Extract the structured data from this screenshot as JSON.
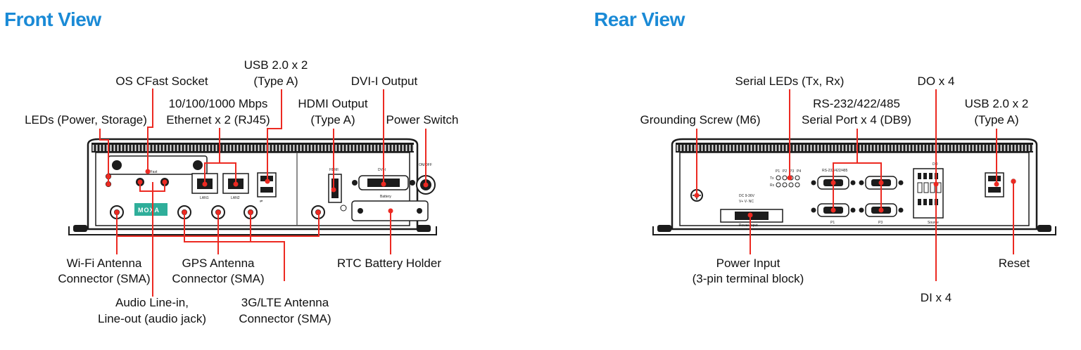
{
  "headings": {
    "front": "Front View",
    "rear": "Rear View"
  },
  "front": {
    "callouts": {
      "os_cfast": "OS CFast Socket",
      "usb_l1": "USB 2.0 x 2",
      "usb_l2": "(Type A)",
      "dvi": "DVI-I Output",
      "eth_l1": "10/100/1000 Mbps",
      "eth_l2": "Ethernet x 2 (RJ45)",
      "hdmi_l1": "HDMI Output",
      "hdmi_l2": "(Type A)",
      "leds": "LEDs (Power, Storage)",
      "power_switch": "Power Switch",
      "wifi_l1": "Wi-Fi Antenna",
      "wifi_l2": "Connector (SMA)",
      "gps_l1": "GPS Antenna",
      "gps_l2": "Connector (SMA)",
      "rtc": "RTC Battery Holder",
      "audio_l1": "Audio Line-in,",
      "audio_l2": "Line-out (audio jack)",
      "lte_l1": "3G/LTE Antenna",
      "lte_l2": "Connector (SMA)"
    },
    "panel": {
      "cfast": "CFast",
      "lan1": "LAN1",
      "lan2": "LAN2",
      "hdmi": "HDMI",
      "dvi": "DVI-I",
      "onoff": "ON/OFF",
      "battery": "Battery",
      "brand": "MOXA"
    }
  },
  "rear": {
    "callouts": {
      "serial_leds": "Serial LEDs (Tx, Rx)",
      "do": "DO x 4",
      "rs_l1": "RS-232/422/485",
      "rs_l2": "Serial Port x 4 (DB9)",
      "ground": "Grounding Screw (M6)",
      "usb_l1": "USB 2.0 x 2",
      "usb_l2": "(Type A)",
      "power_l1": "Power Input",
      "power_l2": "(3-pin terminal block)",
      "reset": "Reset",
      "di": "DI x 4"
    },
    "panel": {
      "p1": "P1",
      "p2": "P2",
      "p3": "P3",
      "p4": "P4",
      "tx": "Tx",
      "rx": "Rx",
      "rs": "RS-232/422/485",
      "do": "DO",
      "source": "Source",
      "dc": "DC 9-36V",
      "vpins": "V+  V-  NC",
      "power_input": "Power Input"
    }
  },
  "colors": {
    "heading": "#1a8ad6",
    "callout_line": "#ec2a22",
    "chassis": "#1c1c1c"
  }
}
